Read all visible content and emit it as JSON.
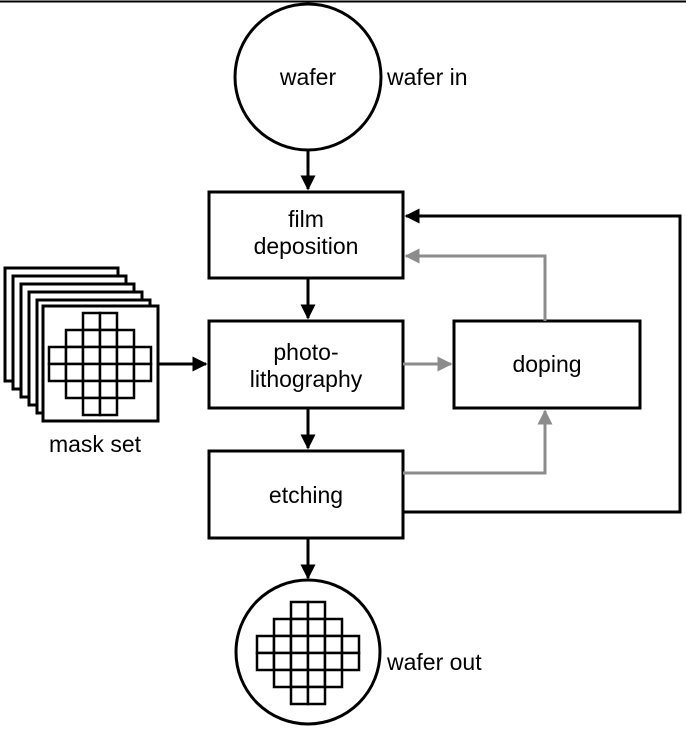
{
  "nodes": {
    "wafer": "wafer",
    "film_line1": "film",
    "film_line2": "deposition",
    "photo_line1": "photo-",
    "photo_line2": "lithography",
    "doping": "doping",
    "etching": "etching"
  },
  "labels": {
    "wafer_in": "wafer in",
    "mask_set": "mask set",
    "wafer_out": "wafer out"
  },
  "colors": {
    "line": "#000000",
    "secondary_flow": "#8c8c8c"
  }
}
